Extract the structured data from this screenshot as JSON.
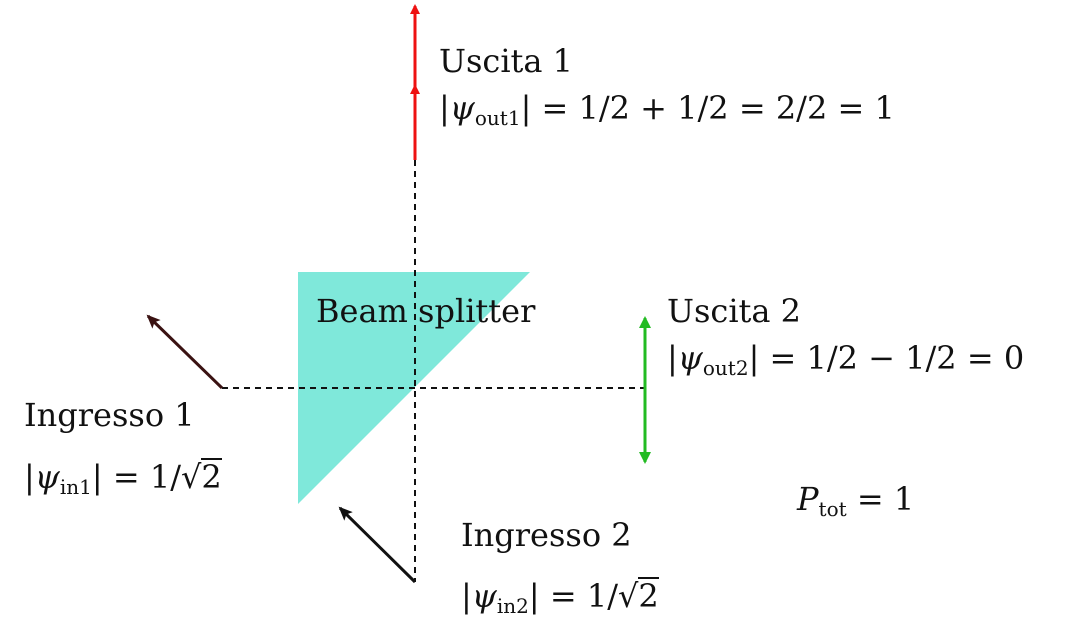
{
  "labels": {
    "output1": {
      "title": "Uscita 1"
    },
    "output2": {
      "title": "Uscita 2"
    },
    "input1": {
      "title": "Ingresso 1"
    },
    "input2": {
      "title": "Ingresso 2"
    },
    "splitter": {
      "title": "Beam splitter"
    }
  },
  "equations": {
    "out1": {
      "symbol": "ψ",
      "sub": "out1",
      "rhs": " = 1/2 + 1/2 = 2/2 = 1"
    },
    "out2": {
      "symbol": "ψ",
      "sub": "out2",
      "rhs": " = 1/2 − 1/2 = 0"
    },
    "in1": {
      "symbol": "ψ",
      "sub": "in1",
      "rhs_prefix": " = 1/",
      "rhs_radicand": "2"
    },
    "in2": {
      "symbol": "ψ",
      "sub": "in2",
      "rhs_prefix": " = 1/",
      "rhs_radicand": "2"
    },
    "ptot": {
      "symbol": "P",
      "sub": "tot",
      "rhs": " = 1"
    }
  },
  "colors": {
    "splitter_fill": "#7fe8da",
    "output1_arrow": "#ee1111",
    "output2_arrow": "#22bb22",
    "input1_arrow": "#3a1212",
    "input2_arrow": "#111111",
    "beam_path": "#111111"
  },
  "icons": {
    "splitter": "right-triangle-prism",
    "output1": "double-arrow-up",
    "output2": "bidirectional-vertical-arrow",
    "input1": "diagonal-arrow-up-left",
    "input2": "diagonal-arrow-up-left"
  }
}
